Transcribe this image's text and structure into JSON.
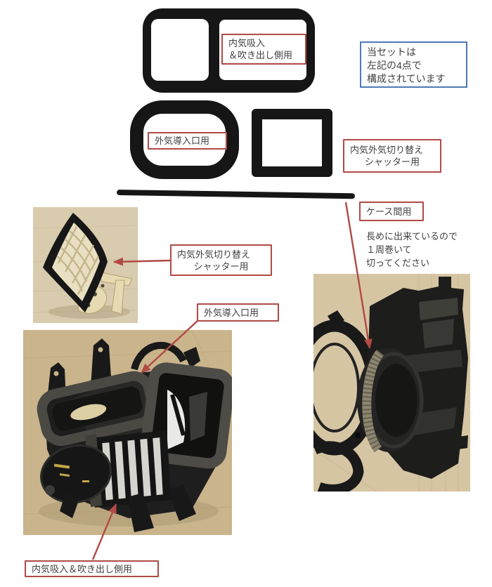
{
  "info_box": {
    "lines": [
      "当セットは",
      "左記の4点で",
      "構成されています"
    ]
  },
  "callouts": {
    "intake_outlet_top": {
      "line1": "内気吸入",
      "line2": "＆吹き出し側用"
    },
    "outside_air_top": {
      "text": "外気導入口用"
    },
    "shutter_right": {
      "line1": "内気外気切り替え",
      "line2": "シャッター用"
    },
    "case_gap": {
      "text": "ケース間用"
    },
    "shutter_mid": {
      "line1": "内気外気切り替え",
      "line2": "シャッター用"
    },
    "outside_air_mid": {
      "text": "外気導入口用"
    },
    "intake_outlet_bottom": {
      "text": "内気吸入＆吹き出し側用"
    }
  },
  "note": {
    "line1": "長めに出来ているので",
    "line2": "１周巻いて",
    "line3": "切ってください"
  },
  "parts": {
    "gasket_count": "4",
    "gasket_1": "内気吸入＆吹き出し側用ガスケット",
    "gasket_2": "外気導入口用ガスケット",
    "gasket_3": "内気外気切り替えシャッター用ガスケット",
    "gasket_4": "ケース間用ストリップ"
  },
  "colors": {
    "callout_border_red": "#b04a45",
    "arrow_red": "#b04a45",
    "info_border_blue": "#4d7ab5",
    "foam_black": "#161616",
    "text_gray": "#3f3f3f",
    "cardboard_tan": "#cdb992"
  }
}
